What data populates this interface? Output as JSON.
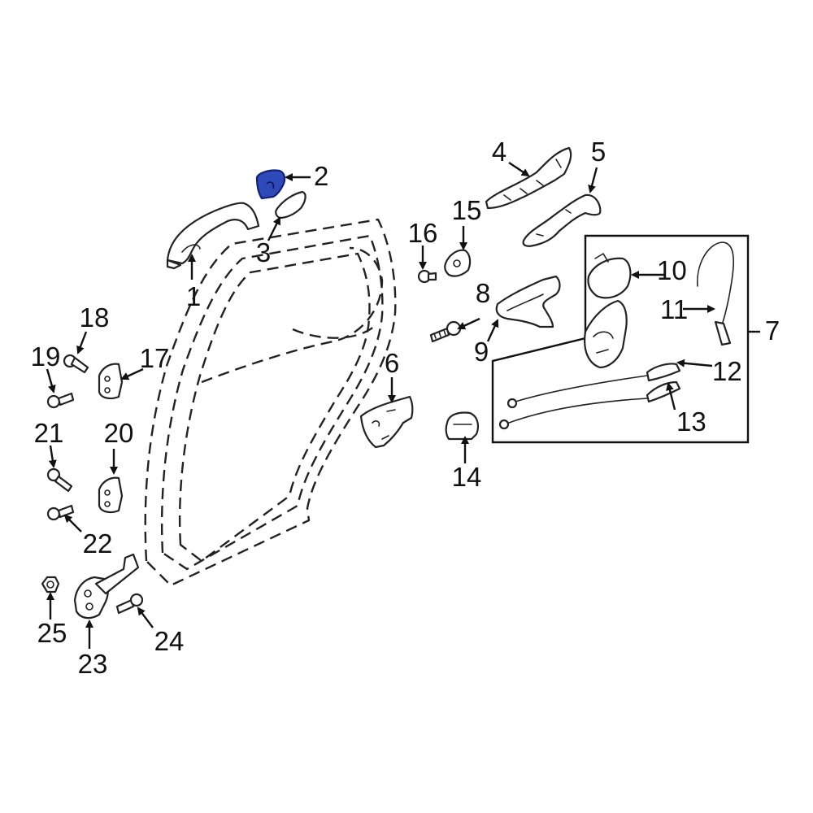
{
  "callouts": {
    "c1": "1",
    "c2": "2",
    "c3": "3",
    "c4": "4",
    "c5": "5",
    "c6": "6",
    "c7": "7",
    "c8": "8",
    "c9": "9",
    "c10": "10",
    "c11": "11",
    "c12": "12",
    "c13": "13",
    "c14": "14",
    "c15": "15",
    "c16": "16",
    "c17": "17",
    "c18": "18",
    "c19": "19",
    "c20": "20",
    "c21": "21",
    "c22": "22",
    "c23": "23",
    "c24": "24",
    "c25": "25"
  },
  "colors": {
    "highlight_part": "#2e49b8",
    "line": "#222222",
    "background": "#ffffff"
  },
  "highlighted_callout": "2"
}
